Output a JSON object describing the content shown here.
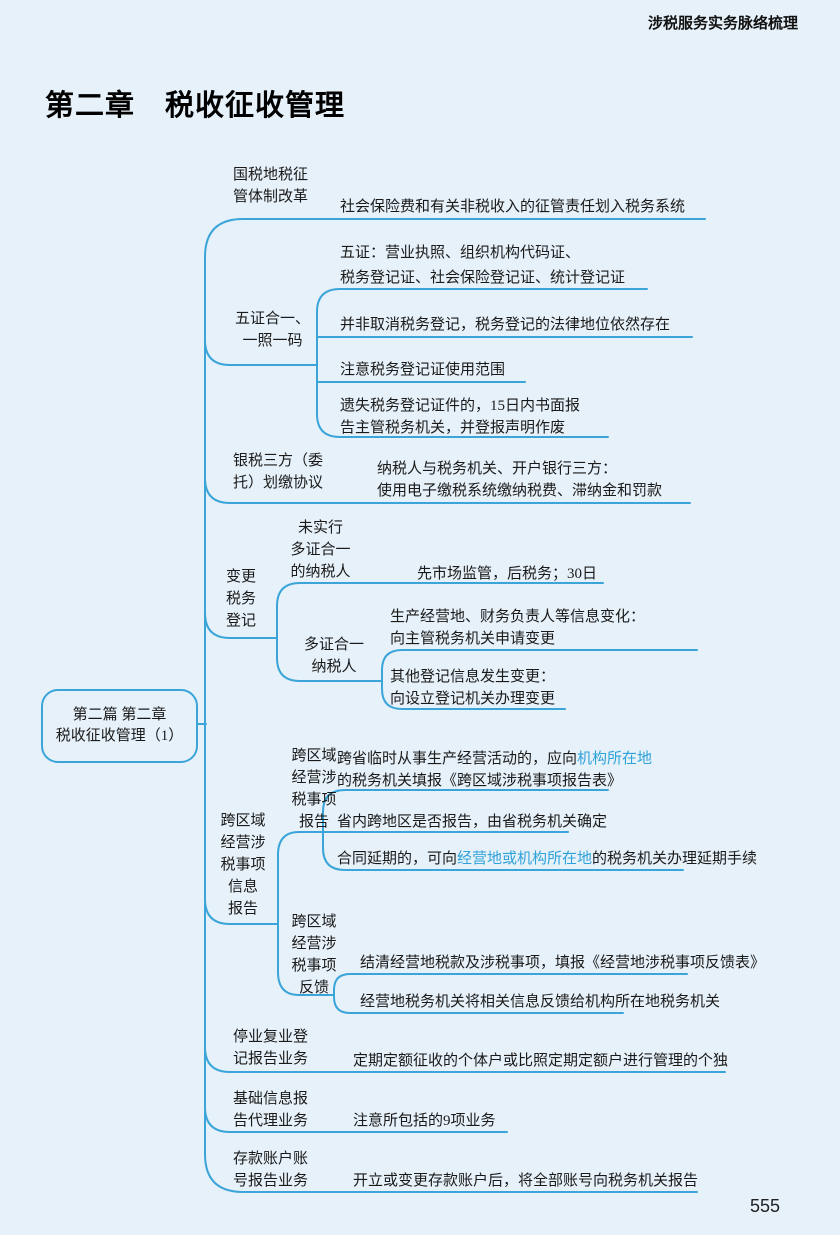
{
  "page": {
    "header": "涉税服务实务脉络梳理",
    "title": "第二章　税收征收管理",
    "page_number": "555"
  },
  "colors": {
    "background": "#e6f1f9",
    "line": "#3ba5d9",
    "highlight": "#2fa2d9",
    "text": "#1a1a1a"
  },
  "mindmap": {
    "root": "第二篇 第二章\n税收征收管理（1）",
    "b1": {
      "label": "国税地税征\n管体制改革",
      "child": "社会保险费和有关非税收入的征管责任划入税务系统"
    },
    "b2": {
      "label": "五证合一、\n一照一码",
      "c1": "五证：营业执照、组织机构代码证、\n税务登记证、社会保险登记证、统计登记证",
      "c2": "并非取消税务登记，税务登记的法律地位依然存在",
      "c3": "注意税务登记证使用范围",
      "c4": "遗失税务登记证件的，15日内书面报\n告主管税务机关，并登报声明作废"
    },
    "b3": {
      "label": "银税三方（委\n托）划缴协议",
      "child": "纳税人与税务机关、开户银行三方：\n使用电子缴税系统缴纳税费、滞纳金和罚款"
    },
    "b4": {
      "label": "变更\n税务\n登记",
      "c1_label": "未实行\n多证合一\n的纳税人",
      "c1_child": "先市场监管，后税务；30日",
      "c2_label": "多证合一\n纳税人",
      "c2_c1": "生产经营地、财务负责人等信息变化：\n向主管税务机关申请变更",
      "c2_c2": "其他登记信息发生变更：\n向设立登记机关办理变更"
    },
    "b5": {
      "label": "跨区域\n经营涉\n税事项\n信息\n报告",
      "c1_label": "跨区域\n经营涉\n税事项\n报告",
      "c1_g1_pre": "跨省临时从事生产经营活动的，应向",
      "c1_g1_hl": "机构所在地",
      "c1_g1_post": "\n的税务机关填报《跨区域涉税事项报告表》",
      "c1_g2": "省内跨地区是否报告，由省税务机关确定",
      "c1_g3_pre": "合同延期的，可向",
      "c1_g3_hl": "经营地或机构所在地",
      "c1_g3_post": "的税务机关办理延期手续",
      "c2_label": "跨区域\n经营涉\n税事项\n反馈",
      "c2_g1": "结清经营地税款及涉税事项，填报《经营地涉税事项反馈表》",
      "c2_g2": "经营地税务机关将相关信息反馈给机构所在地税务机关"
    },
    "b6": {
      "label": "停业复业登\n记报告业务",
      "child": "定期定额征收的个体户或比照定期定额户进行管理的个独"
    },
    "b7": {
      "label": "基础信息报\n告代理业务",
      "child": "注意所包括的9项业务"
    },
    "b8": {
      "label": "存款账户账\n号报告业务",
      "child": "开立或变更存款账户后，将全部账号向税务机关报告"
    }
  }
}
